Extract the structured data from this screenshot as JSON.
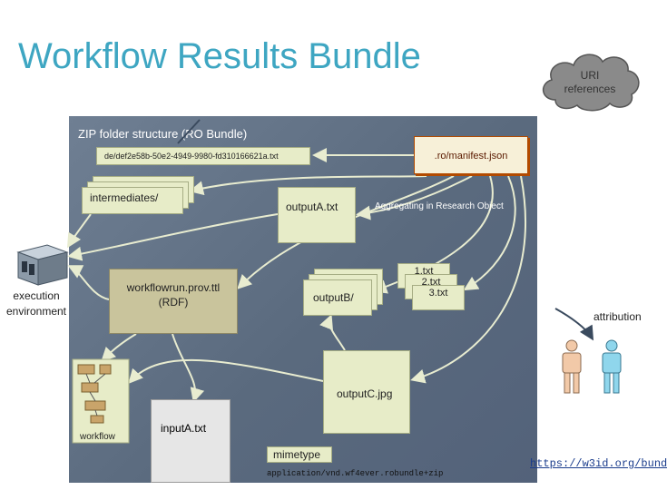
{
  "title": "Workflow Results Bundle",
  "uri_references": {
    "line1": "URI",
    "line2": "references"
  },
  "zip_folder": {
    "title": "ZIP folder structure (RO Bundle)",
    "bundle_uri": "de/def2e58b-50e2-4949-9980-fd310166621a.txt",
    "manifest": ".ro/manifest.json",
    "intermediates": "intermediates/",
    "output_a": "outputA.txt",
    "aggregating": "Aggregating in Research Object",
    "prov_line1": "workflowrun.prov.ttl",
    "prov_line2": "(RDF)",
    "output_b": "outputB/",
    "file1": "1.txt",
    "file2": "2.txt",
    "file3": "3.txt",
    "output_c": "outputC.jpg",
    "workflow": "workflow",
    "input_a": "inputA.txt",
    "mimetype": "mimetype",
    "mimetype_value": "application/vnd.wf4ever.robundle+zip"
  },
  "execution_environment": {
    "line1": "execution",
    "line2": "environment"
  },
  "attribution": "attribution",
  "link": "https://w3id.org/bund",
  "colors": {
    "title": "#3ea6c2",
    "zip_background": "#5e6e83",
    "note_pale": "#e7ecc8",
    "note_olive": "#c9c49c",
    "manifest_border": "#b24a00",
    "arrow": "#e8ecd0",
    "person_peach": "#f2c9a8",
    "person_cyan": "#8fd6ec"
  }
}
